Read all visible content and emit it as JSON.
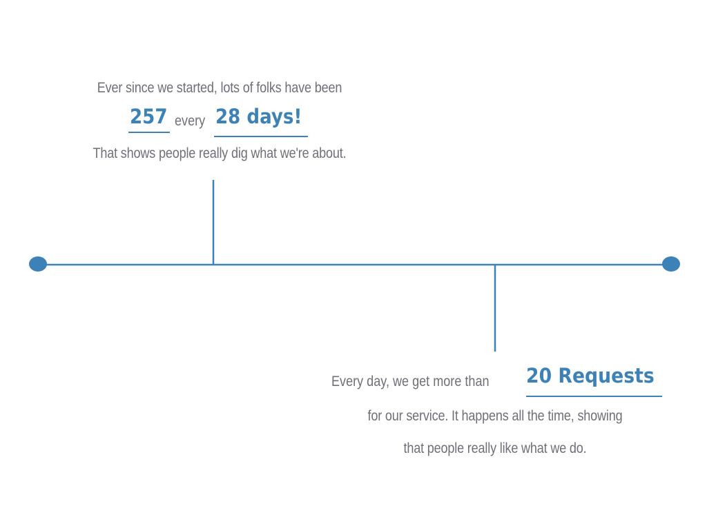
{
  "colors": {
    "accent": "#3c82b7",
    "text": "#6f6f79",
    "background": "#ffffff"
  },
  "top_callout": {
    "line1": "Ever since we started, lots of folks have been",
    "count": "257",
    "connector": "every",
    "period": "28 days!",
    "line3": "That shows people really dig what we're about."
  },
  "bottom_callout": {
    "lead": "Every day, we get more than",
    "highlight": "20 Requests",
    "line2": "for our service. It happens all the time, showing",
    "line3": "that people really like what we do."
  }
}
